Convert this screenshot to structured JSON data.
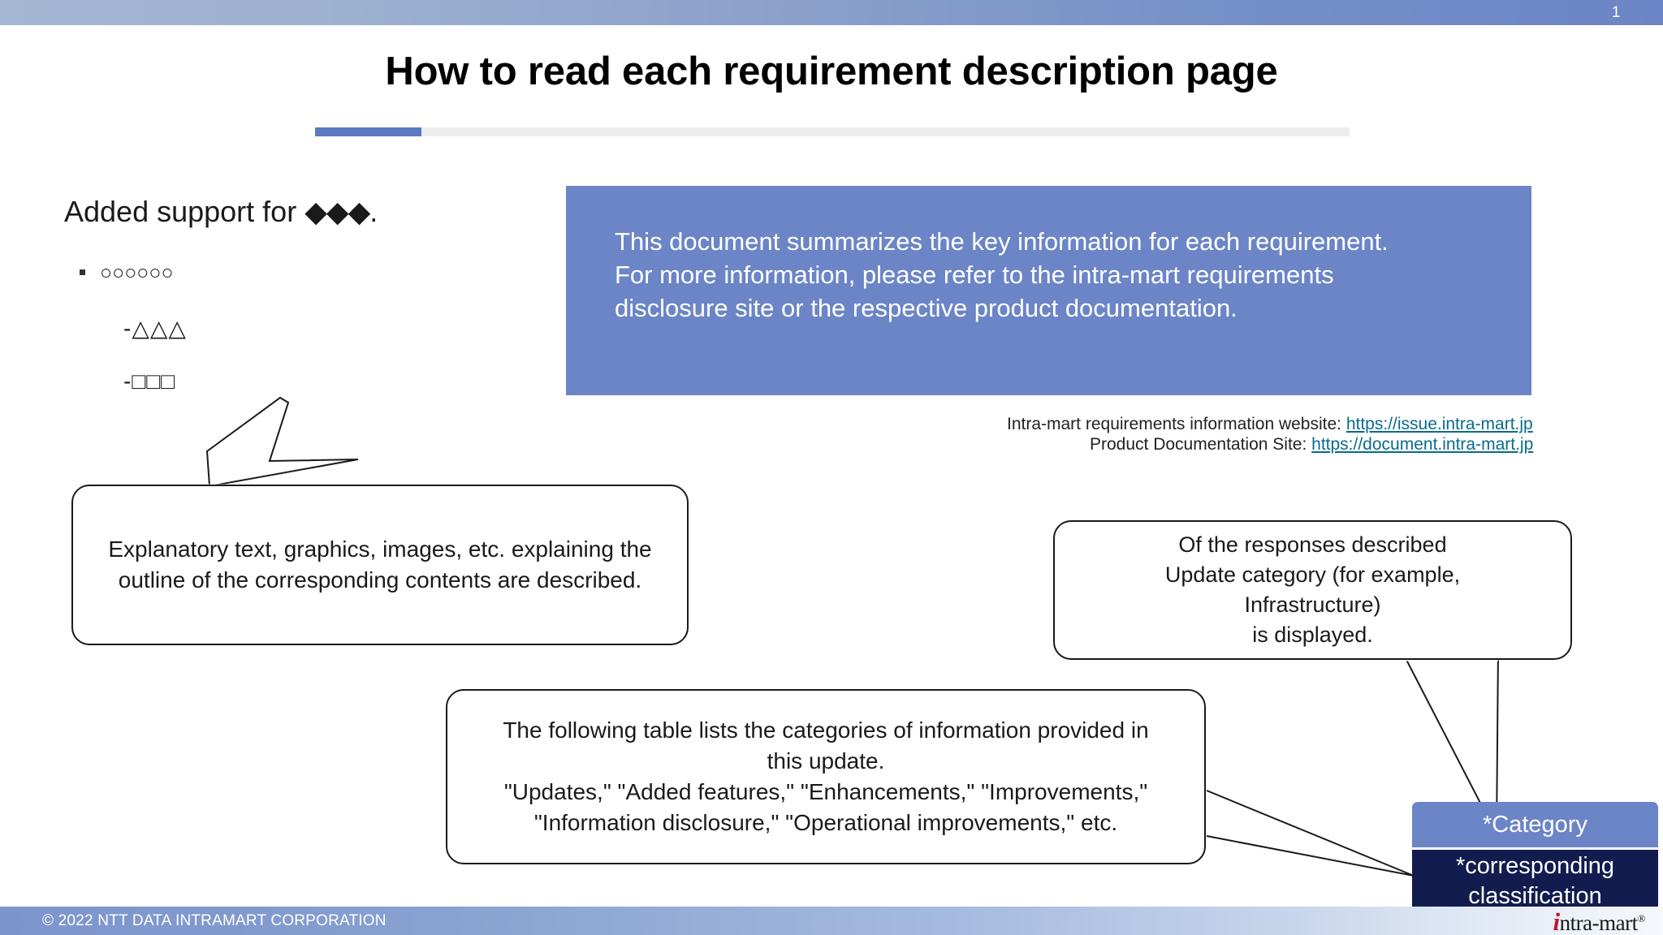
{
  "header": {
    "page_number": "1",
    "gradient_from": "#a3b6d2",
    "gradient_to": "#6b85c6"
  },
  "title": {
    "text": "How to read each requirement description page",
    "accent_color": "#5b7ac0",
    "rule_color": "#ededed"
  },
  "outline": {
    "lead": "Added support for ",
    "lead_symbols": "◆◆◆",
    "lead_end": ".",
    "level1": "○○○○○○",
    "level2": "-△△△",
    "level3": "-□□□"
  },
  "info_box": {
    "background": "#6b85c6",
    "line1": "This document summarizes the key information for each requirement.",
    "line2": "For more information, please refer to the intra-mart requirements",
    "line3": "disclosure site or the respective product documentation."
  },
  "references": {
    "line1_label": "Intra-mart requirements information website: ",
    "line1_url": "https://issue.intra-mart.jp",
    "line2_label": "Product Documentation Site: ",
    "line2_url": "https://document.intra-mart.jp",
    "link_color": "#0a6b8c"
  },
  "callouts": {
    "left": "Explanatory text, graphics, images, etc. explaining the outline of the corresponding contents are described.",
    "right_line1": "Of the responses described",
    "right_line2": "Update category (for example,",
    "right_line3": "Infrastructure)",
    "right_line4": "is displayed.",
    "bottom_line1": "The following table lists the categories of information provided in",
    "bottom_line2": "this update.",
    "bottom_line3": "\"Updates,\" \"Added features,\" \"Enhancements,\" \"Improvements,\"",
    "bottom_line4": "\"Information disclosure,\" \"Operational improvements,\" etc."
  },
  "category_boxes": {
    "category_label": "*Category",
    "category_color": "#6b85c6",
    "classification_label": "*corresponding classification",
    "classification_color": "#121c4e"
  },
  "footer": {
    "copyright": "© 2022 NTT DATA INTRAMART CORPORATION",
    "logo_i": "i",
    "logo_text": "ntra-mart",
    "logo_registered": "®"
  }
}
